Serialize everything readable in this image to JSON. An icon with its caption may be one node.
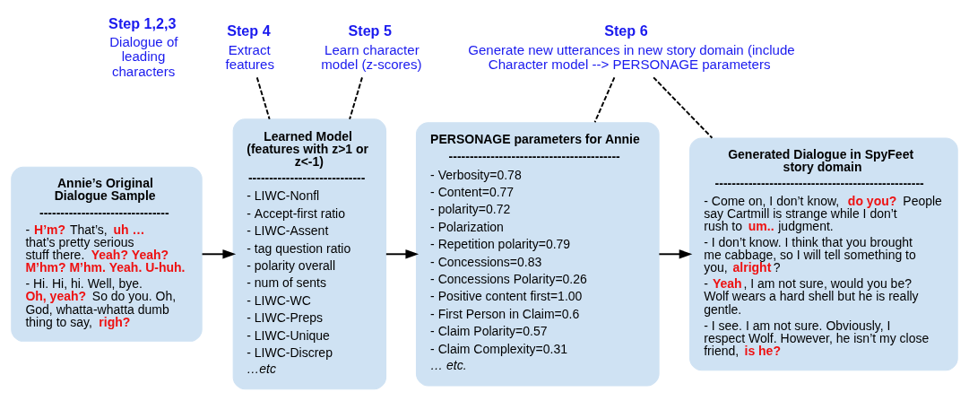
{
  "diagram": {
    "nodes": [
      {
        "text": [
          "Step 4",
          "Extract features"
        ]
      },
      {
        "text": [
          "Step 5",
          "Learn character model (z-scores)"
        ]
      },
      {
        "text": [
          "Step 6",
          "Generate new utterances in new story domain (include Character model --> PERSONAGE parameters"
        ]
      },
      {
        "text": [
          "Annie’s Original Dialogue Sample",
          "-------------------------------",
          "- **H’m?** That’s, **uh …** that’s pretty serious stuff there. **Yeah? Yeah? M’hm? M’hm. Yeah. U-huh.**",
          "- Hi. Hi, hi. Well, bye. **Oh, yeah?** So do you. Oh, God, whatta-whatta dumb thing to say, **righ?**"
        ]
      },
      {
        "text": [
          "Learned Model (features with z>1 or z<-1)",
          "----------------------------",
          "- LIWC-Nonfl",
          "- Accept-first ratio",
          "- LIWC-Assent",
          "- tag question ratio",
          "- polarity overall",
          "- num of sents",
          "- LIWC-WC",
          "- LIWC-Preps",
          "- LIWC-Unique",
          "- LIWC-Discrep",
          "…etc"
        ]
      },
      {
        "text": [
          "PERSONAGE parameters for Annie",
          "-----------------------------------------",
          "- Verbosity=0.78",
          "- Content=0.77",
          "- polarity=0.72",
          "- Polarization",
          "- Repetition polarity=0.79",
          "- Concessions=0.83",
          "- Concessions Polarity=0.26",
          "- Positive content first=1.00",
          "- First Person in Claim=0.6",
          "- Claim Polarity=0.57",
          "- Claim Complexity=0.31",
          "… etc."
        ]
      },
      {
        "text": [
          "Generated Dialogue in SpyFeet story domain",
          "--------------------------------------------------",
          "- Come on, I don’t know, **do you?** People say Cartmill is strange while I don’t rush to **um..** judgment.",
          "- I don’t know. I think that you brought me cabbage, so I will tell something to you, **alright**?",
          "- **Yeah**, I am not sure, would you be? Wolf wears a hard shell but he is really gentle.",
          "- I see. I am not sure. Obviously, I respect Wolf. However, he isn’t my close friend, **is he?**"
        ]
      }
    ],
    "edges": [
      {
        "from": 0,
        "to": 4,
        "arrow": "none",
        "style": "dashed"
      },
      {
        "from": 1,
        "to": 4,
        "arrow": "none",
        "style": "dashed"
      },
      {
        "from": 2,
        "to": 5,
        "arrow": "none",
        "style": "dashed"
      },
      {
        "from": 2,
        "to": 6,
        "arrow": "none",
        "style": "dashed"
      },
      {
        "from": 3,
        "to": 4,
        "arrow": "to"
      },
      {
        "from": 4,
        "to": 5,
        "arrow": "to"
      },
      {
        "from": 5,
        "to": 6,
        "arrow": "to"
      }
    ],
    "labels": [
      "Step 1,2,3",
      "Dialogue of leading characters"
    ]
  }
}
